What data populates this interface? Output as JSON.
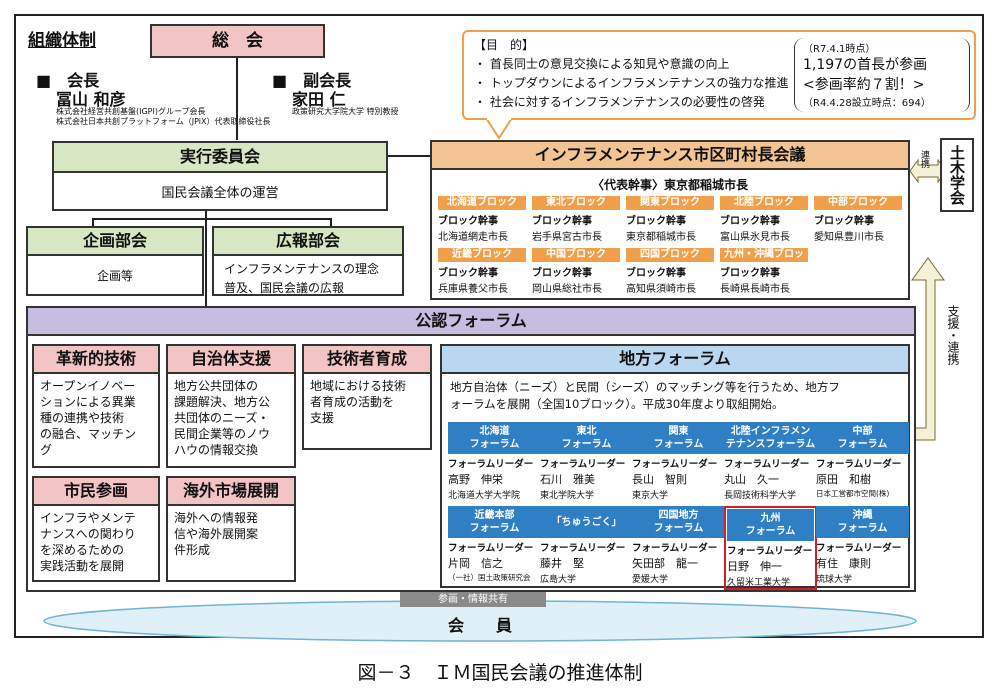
{
  "title": "組織体制",
  "general_assembly": "総　会",
  "chair": {
    "label": "■　会長",
    "name": "冨山 和彦",
    "affil1": "株式会社経営共創基盤(IGPI)グループ会長",
    "affil2": "株式会社日本共創プラットフォーム（JPiX）代表取締役社長"
  },
  "vice_chair": {
    "label": "■　副会長",
    "name": "家田 仁",
    "affil": "政策研究大学院大学 特別教授"
  },
  "purpose": {
    "heading": "【目　的】",
    "items": [
      "首長同士の意見交換による知見や意識の向上",
      "トップダウンによるインフラメンテナンスの強力な推進",
      "社会に対するインフラメンテナンスの必要性の啓発"
    ]
  },
  "participation": {
    "date": "（R7.4.1時点）",
    "count": "1,197の首長が参画",
    "rate": "<参画率約７割！>",
    "founded": "（R4.4.28設立時点：694）"
  },
  "executive": {
    "title": "実行委員会",
    "desc": "国民会議全体の運営"
  },
  "planning": {
    "title": "企画部会",
    "desc": "企画等"
  },
  "pr": {
    "title": "広報部会",
    "desc1": "インフラメンテナンスの理念",
    "desc2": "普及、国民会議の広報"
  },
  "mayors": {
    "title": "インフラメンテナンス市区町村長会議",
    "rep": "〈代表幹事〉東京都稲城市長",
    "blocks": [
      {
        "name": "北海道ブロック",
        "role": "ブロック幹事",
        "member": "北海道網走市長"
      },
      {
        "name": "東北ブロック",
        "role": "ブロック幹事",
        "member": "岩手県宮古市長"
      },
      {
        "name": "関東ブロック",
        "role": "ブロック幹事",
        "member": "東京都稲城市長"
      },
      {
        "name": "北陸ブロック",
        "role": "ブロック幹事",
        "member": "富山県氷見市長"
      },
      {
        "name": "中部ブロック",
        "role": "ブロック幹事",
        "member": "愛知県豊川市長"
      },
      {
        "name": "近畿ブロック",
        "role": "ブロック幹事",
        "member": "兵庫県養父市長"
      },
      {
        "name": "中国ブロック",
        "role": "ブロック幹事",
        "member": "岡山県総社市長"
      },
      {
        "name": "四国ブロック",
        "role": "ブロック幹事",
        "member": "高知県須崎市長"
      },
      {
        "name": "九州・沖縄ブロック",
        "role": "ブロック幹事",
        "member": "長崎県長崎市長"
      }
    ]
  },
  "renkei": "連携",
  "jsce": "土木学会",
  "support": "支援・連携",
  "forum": "公認フォーラム",
  "innovation": {
    "title": "革新的技術",
    "desc": [
      "オープンイノベー",
      "ションによる異業",
      "種の連携や技術",
      "の融合、マッチン",
      "グ"
    ]
  },
  "municipal": {
    "title": "自治体支援",
    "desc": [
      "地方公共団体の",
      "課題解決、地方公",
      "共団体のニーズ・",
      "民間企業等のノウ",
      "ハウの情報交換"
    ]
  },
  "engineer": {
    "title": "技術者育成",
    "desc": [
      "地域における技術",
      "者育成の活動を",
      "支援"
    ]
  },
  "citizen": {
    "title": "市民参画",
    "desc": [
      "インフラやメンテ",
      "ナンスへの関わり",
      "を深めるための",
      "実践活動を展開"
    ]
  },
  "overseas": {
    "title": "海外市場展開",
    "desc": [
      "海外への情報発",
      "信や海外展開案",
      "件形成"
    ]
  },
  "regional": {
    "title": "地方フォーラム",
    "desc1": "地方自治体（ニーズ）と民間（シーズ）のマッチング等を行うため、地方フ",
    "desc2": "ォーラムを展開（全国10ブロック）。平成30年度より取組開始。",
    "forums": [
      {
        "name1": "北海道",
        "name2": "フォーラム",
        "role": "フォーラムリーダー",
        "leader": "高野　伸栄",
        "affil": "北海道大学大学院"
      },
      {
        "name1": "東北",
        "name2": "フォーラム",
        "role": "フォーラムリーダー",
        "leader": "石川　雅美",
        "affil": "東北学院大学"
      },
      {
        "name1": "関東",
        "name2": "フォーラム",
        "role": "フォーラムリーダー",
        "leader": "長山　智則",
        "affil": "東京大学"
      },
      {
        "name1": "北陸インフラメン",
        "name2": "テナンスフォーラム",
        "role": "フォーラムリーダー",
        "leader": "丸山　久一",
        "affil": "長岡技術科学大学"
      },
      {
        "name1": "中部",
        "name2": "フォーラム",
        "role": "フォーラムリーダー",
        "leader": "原田　和樹",
        "affil": "日本工営都市空間(株)"
      },
      {
        "name1": "近畿本部",
        "name2": "フォーラム",
        "role": "フォーラムリーダー",
        "leader": "片岡　信之",
        "affil": "（一社）国土政策研究会"
      },
      {
        "name1": "「ちゅうごく」",
        "name2": "",
        "role": "フォーラムリーダー",
        "leader": "藤井　堅",
        "affil": "広島大学"
      },
      {
        "name1": "四国地方",
        "name2": "フォーラム",
        "role": "フォーラムリーダー",
        "leader": "矢田部　龍一",
        "affil": "愛媛大学"
      },
      {
        "name1": "九州",
        "name2": "フォーラム",
        "role": "フォーラムリーダー",
        "leader": "日野　伸一",
        "affil": "久留米工業大学"
      },
      {
        "name1": "沖縄",
        "name2": "フォーラム",
        "role": "フォーラムリーダー",
        "leader": "有住　康則",
        "affil": "琉球大学"
      }
    ]
  },
  "share": "参画・情報共有",
  "members": "会　　員",
  "caption": "図－３　ＩＭ国民会議の推進体制",
  "colors": {
    "green": "#d6e8c3",
    "pink": "#f2c4c4",
    "orange": "#f0a04b",
    "purple": "#c7bde0",
    "blue": "#2f7fc4",
    "highlight": "#d0202a"
  }
}
